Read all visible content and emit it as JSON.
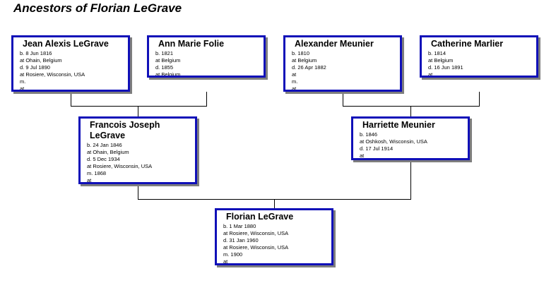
{
  "title": "Ancestors of Florian LeGrave",
  "persons": {
    "jean": {
      "name": "Jean Alexis LeGrave",
      "lines": [
        "b. 8 Jun 1816",
        "at Ohain, Belgium",
        "d. 9 Jul 1890",
        "at Rosiere, Wisconsin, USA",
        "m.",
        "at"
      ]
    },
    "ann": {
      "name": "Ann Marie Folie",
      "lines": [
        "b. 1821",
        "at Belgium",
        "d. 1855",
        "at Belgium"
      ]
    },
    "alexander": {
      "name": "Alexander Meunier",
      "lines": [
        "b. 1810",
        "at Belgium",
        "d. 26 Apr 1882",
        "at",
        "m.",
        "at"
      ]
    },
    "catherine": {
      "name": "Catherine Marlier",
      "lines": [
        "b. 1814",
        "at Belgium",
        "d. 16 Jun 1891",
        "at"
      ]
    },
    "francois": {
      "name_line1": "Francois Joseph",
      "name_line2": "LeGrave",
      "lines": [
        "b. 24 Jan 1846",
        "at Ohain, Belgium",
        "d. 5 Dec 1934",
        "at Rosiere, Wisconsin, USA",
        "m. 1868",
        "at"
      ]
    },
    "harriette": {
      "name": "Harriette Meunier",
      "lines": [
        "b. 1846",
        "at Oshkosh, Wisconsin, USA",
        "d. 17 Jul 1914",
        "at"
      ]
    },
    "florian": {
      "name": "Florian LeGrave",
      "lines": [
        "b. 1 Mar 1880",
        "at Rosiere, Wisconsin, USA",
        "d. 31 Jan 1960",
        "at Rosiere, Wisconsin, USA",
        "m. 1900",
        "at"
      ]
    }
  },
  "colors": {
    "box_border": "#1010b8",
    "box_shadow": "#7e7e7e",
    "connector": "#000000"
  }
}
